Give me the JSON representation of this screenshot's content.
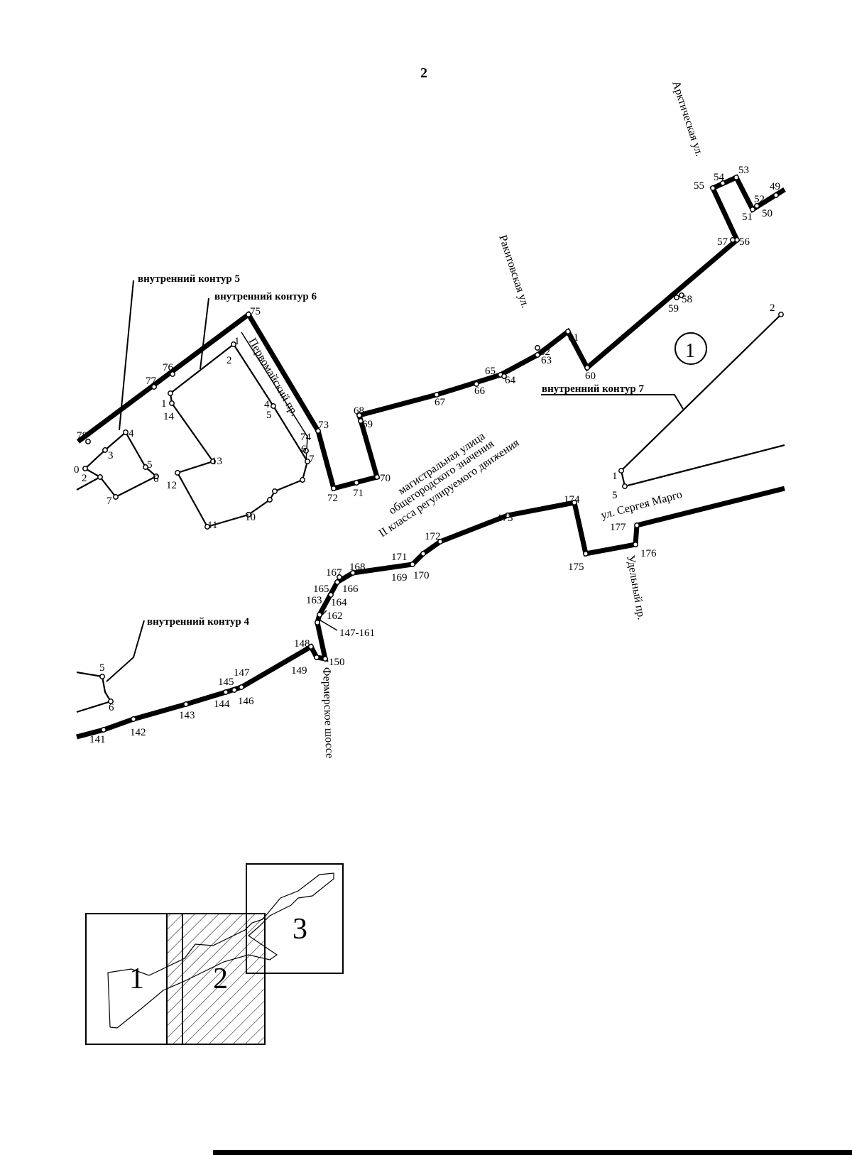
{
  "page_number": "2",
  "zone_number": "1",
  "contour_labels": {
    "c4": "внутренний контур 4",
    "c5": "внутренний контур 5",
    "c6": "внутренний контур 6",
    "c7": "внутренний контур 7"
  },
  "streets": {
    "arkticheskaya": "Арктическая ул.",
    "rakitovskaya": "Ракитовская ул.",
    "pervomaisky": "Первомайский пр.",
    "udelny": "Удельный пр.",
    "fermerskoe": "Фермерское шоссе",
    "margo": "ул. Сергея Марго",
    "magistral_1": "магистральная улица",
    "magistral_2": "общегородского значения",
    "magistral_3": "II класса регулируемого движения"
  },
  "points": {
    "p49": "49",
    "p50": "50",
    "p51": "51",
    "p52": "52",
    "p53": "53",
    "p54": "54",
    "p55": "55",
    "p56": "56",
    "p57": "57",
    "p58": "58",
    "p59": "59",
    "p60": "60",
    "p61": "61",
    "p62": "62",
    "p63": "63",
    "p64": "64",
    "p65": "65",
    "p66": "66",
    "p67": "67",
    "p68": "68",
    "p69": "69",
    "p70": "70",
    "p71": "71",
    "p72": "72",
    "p73": "73",
    "p74": "74",
    "p75": "75",
    "p76": "76",
    "p77": "77",
    "p78": "78",
    "p141": "141",
    "p142": "142",
    "p143": "143",
    "p144": "144",
    "p145": "145",
    "p146": "146",
    "p147": "147",
    "p148": "148",
    "p149": "149",
    "p150": "150",
    "p147_161": "147-161",
    "p162": "162",
    "p163": "163",
    "p164": "164",
    "p165": "165",
    "p166": "166",
    "p167": "167",
    "p168": "168",
    "p169": "169",
    "p170": "170",
    "p171": "171",
    "p172": "172",
    "p173": "173",
    "p174": "174",
    "p175": "175",
    "p176": "176",
    "p177": "177"
  },
  "contour6_points": [
    "1",
    "2",
    "3",
    "4",
    "5",
    "6",
    "7",
    "10",
    "11",
    "12",
    "13",
    "14"
  ],
  "contour5_points": [
    "0",
    "2",
    "3",
    "4",
    "5",
    "6",
    "7"
  ],
  "contour7_points": [
    "1",
    "2",
    "5"
  ],
  "contour4_points": [
    "5",
    "6"
  ],
  "index_map": {
    "sheet1": "1",
    "sheet2": "2",
    "sheet3": "3"
  }
}
